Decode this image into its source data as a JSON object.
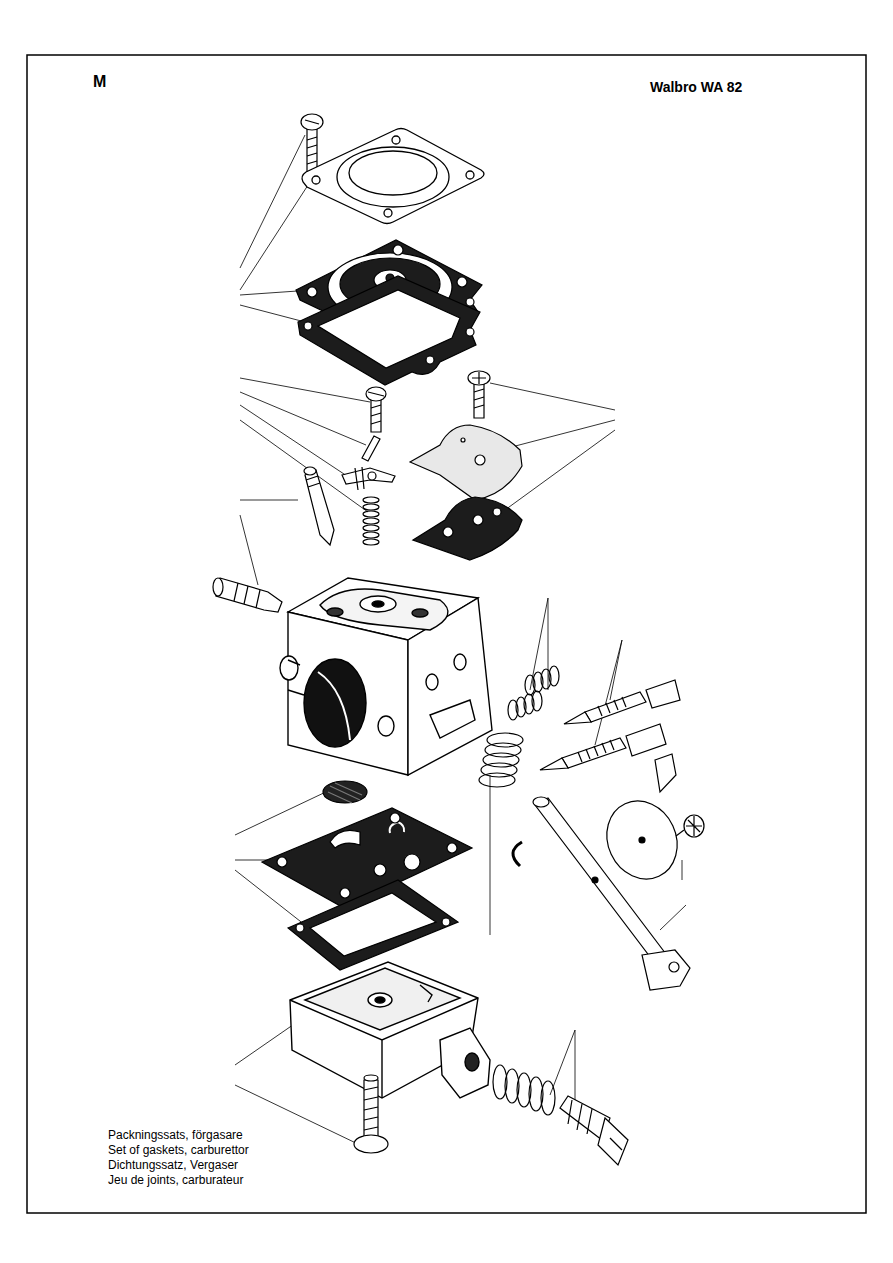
{
  "diagram": {
    "title": "Walbro WA 82",
    "labels": [
      "M",
      "Packningssats, förgasare",
      "Set of gaskets, carburettor",
      "Dichtungssatz, Vergaser",
      "Jeu de joints, carburateur"
    ]
  }
}
